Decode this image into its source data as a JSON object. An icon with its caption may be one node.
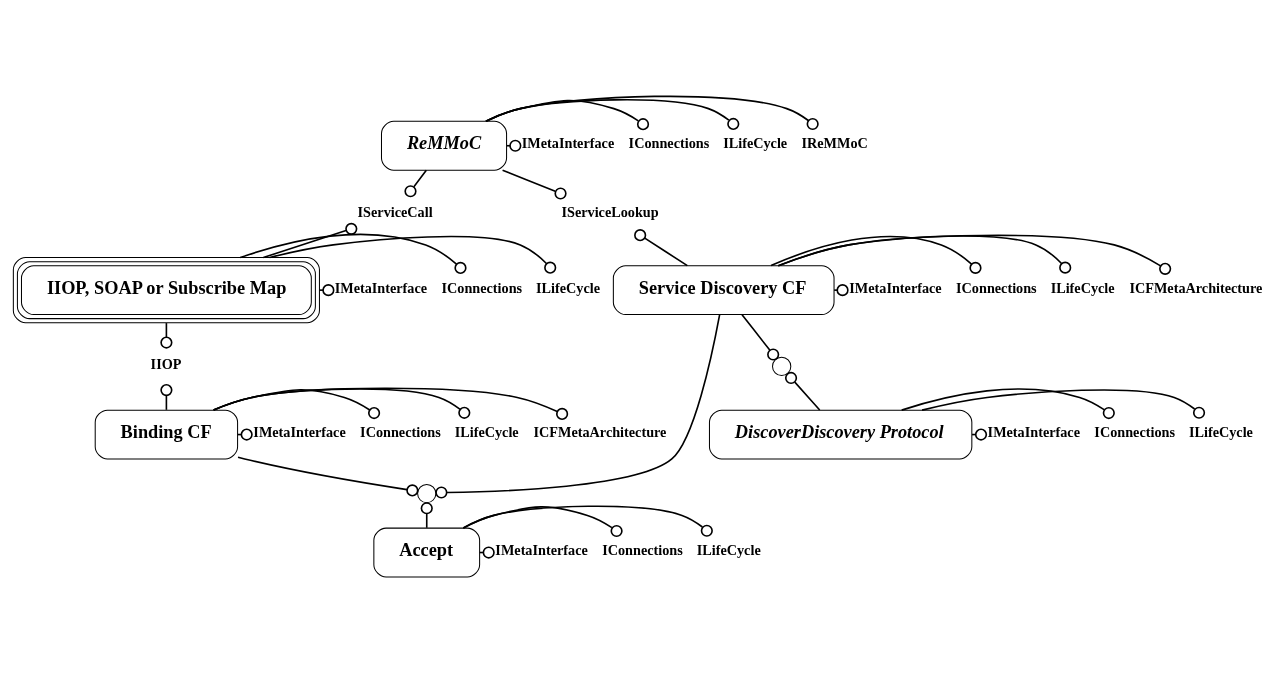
{
  "diagram": {
    "nodes": [
      {
        "text": [
          "ReMMoC"
        ]
      },
      {
        "text": [
          "IReMMoC"
        ]
      },
      {
        "text": [
          "ILifeCycle"
        ]
      },
      {
        "text": [
          "IConnections"
        ]
      },
      {
        "text": [
          "IMetaInterface"
        ]
      },
      {
        "text": [
          "IServiceCall"
        ]
      },
      {
        "text": [
          "IIOP, SOAP or Subscribe Map"
        ]
      },
      {
        "text": [
          "ILifeCycle"
        ]
      },
      {
        "text": [
          "IConnections"
        ]
      },
      {
        "text": [
          "IMetaInterface"
        ]
      },
      {
        "text": [
          "IIOP"
        ]
      },
      {
        "text": [
          "ICFMetaArchitecture"
        ]
      },
      {
        "text": [
          "Binding CF"
        ]
      },
      {
        "text": [
          "ILifeCycle"
        ]
      },
      {
        "text": [
          "IConnections"
        ]
      },
      {
        "text": [
          "IMetaInterface"
        ]
      },
      {
        "text": [
          "IServiceLookup"
        ]
      },
      {
        "text": [
          "ICFMetaArchitecture"
        ]
      },
      {
        "text": [
          "Service Discovery CF"
        ]
      },
      {
        "text": [
          "ILifeCycle"
        ]
      },
      {
        "text": [
          "IConnections"
        ]
      },
      {
        "text": [
          "IMetaInterface"
        ]
      },
      {
        "text": [],
        "shape": "circle"
      },
      {
        "text": [
          "Accept"
        ]
      },
      {
        "text": [
          "ILifeCycle"
        ]
      },
      {
        "text": [
          "IConnections"
        ]
      },
      {
        "text": [
          "IMetaInterface"
        ]
      },
      {
        "text": [],
        "shape": "circle"
      },
      {
        "text": [
          "DiscoverDiscovery Protocol"
        ]
      },
      {
        "text": [
          "ILifeCycle"
        ]
      },
      {
        "text": [
          "IConnections"
        ]
      },
      {
        "text": [
          "IMetaInterface"
        ]
      }
    ],
    "edges": [
      {
        "from": 0,
        "to": 1,
        "arrow": "other"
      },
      {
        "from": 0,
        "to": 2,
        "arrow": "other"
      },
      {
        "from": 0,
        "to": 3,
        "arrow": "other"
      },
      {
        "from": 0,
        "to": 4,
        "arrow": "other"
      },
      {
        "from": 0,
        "to": 5,
        "arrow": "other"
      },
      {
        "from": 6,
        "to": 5,
        "arrow": "other"
      },
      {
        "from": 6,
        "to": 7,
        "arrow": "other"
      },
      {
        "from": 6,
        "to": 8,
        "arrow": "other"
      },
      {
        "from": 6,
        "to": 9,
        "arrow": "other"
      },
      {
        "from": 6,
        "to": 10,
        "arrow": "other"
      },
      {
        "from": 12,
        "to": 10,
        "arrow": "other"
      },
      {
        "from": 12,
        "to": 11,
        "arrow": "other"
      },
      {
        "from": 12,
        "to": 13,
        "arrow": "other"
      },
      {
        "from": 12,
        "to": 14,
        "arrow": "other"
      },
      {
        "from": 12,
        "to": 15,
        "arrow": "other"
      },
      {
        "from": 0,
        "to": 16,
        "arrow": "other"
      },
      {
        "from": 18,
        "to": 16,
        "arrow": "other"
      },
      {
        "from": 18,
        "to": 17,
        "arrow": "other"
      },
      {
        "from": 18,
        "to": 19,
        "arrow": "other"
      },
      {
        "from": 18,
        "to": 20,
        "arrow": "other"
      },
      {
        "from": 18,
        "to": 21,
        "arrow": "other"
      },
      {
        "from": 12,
        "to": 22,
        "arrow": "other"
      },
      {
        "from": 18,
        "to": 22,
        "arrow": "other"
      },
      {
        "from": 23,
        "to": 22,
        "arrow": "other"
      },
      {
        "from": 23,
        "to": 24,
        "arrow": "other"
      },
      {
        "from": 23,
        "to": 25,
        "arrow": "other"
      },
      {
        "from": 23,
        "to": 26,
        "arrow": "other"
      },
      {
        "from": 18,
        "to": 27,
        "arrow": "other"
      },
      {
        "from": 28,
        "to": 27,
        "arrow": "other"
      },
      {
        "from": 28,
        "to": 29,
        "arrow": "other"
      },
      {
        "from": 28,
        "to": 30,
        "arrow": "other"
      },
      {
        "from": 28,
        "to": 31,
        "arrow": "other"
      }
    ]
  }
}
